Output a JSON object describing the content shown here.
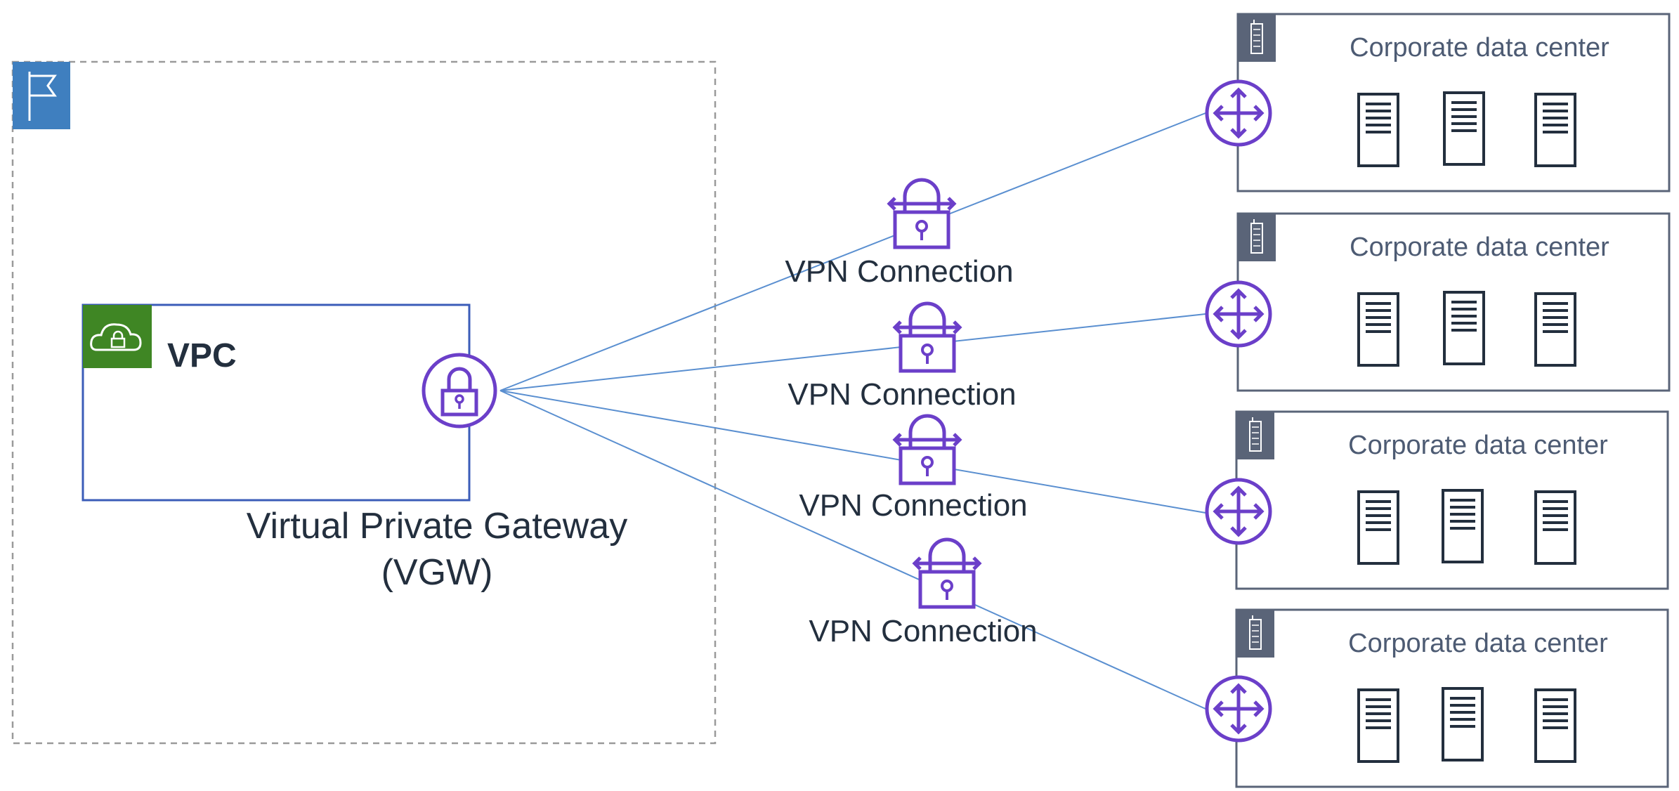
{
  "vpc": {
    "label": "VPC",
    "region_icon": "flag-icon",
    "vpc_icon": "cloud-lock-icon",
    "gateway_label_line1": "Virtual Private Gateway",
    "gateway_label_line2": "(VGW)",
    "gateway_icon": "lock-circle-icon"
  },
  "connections": [
    {
      "label": "VPN Connection",
      "icon": "vpn-lock-icon"
    },
    {
      "label": "VPN Connection",
      "icon": "vpn-lock-icon"
    },
    {
      "label": "VPN Connection",
      "icon": "vpn-lock-icon"
    },
    {
      "label": "VPN Connection",
      "icon": "vpn-lock-icon"
    }
  ],
  "data_centers": [
    {
      "title": "Corporate data center",
      "icon": "building-icon",
      "router_icon": "router-icon",
      "servers": 3
    },
    {
      "title": "Corporate data center",
      "icon": "building-icon",
      "router_icon": "router-icon",
      "servers": 3
    },
    {
      "title": "Corporate data center",
      "icon": "building-icon",
      "router_icon": "router-icon",
      "servers": 3
    },
    {
      "title": "Corporate data center",
      "icon": "building-icon",
      "router_icon": "router-icon",
      "servers": 3
    }
  ],
  "colors": {
    "region_blue": "#3f7fbf",
    "vpc_green": "#3f8624",
    "vpc_border": "#3b5cb8",
    "purple": "#6b3fc9",
    "line_blue": "#5a8fd0",
    "dc_border": "#5a6478",
    "dc_tag": "#5a6478",
    "dashed": "#9a9a9a"
  }
}
